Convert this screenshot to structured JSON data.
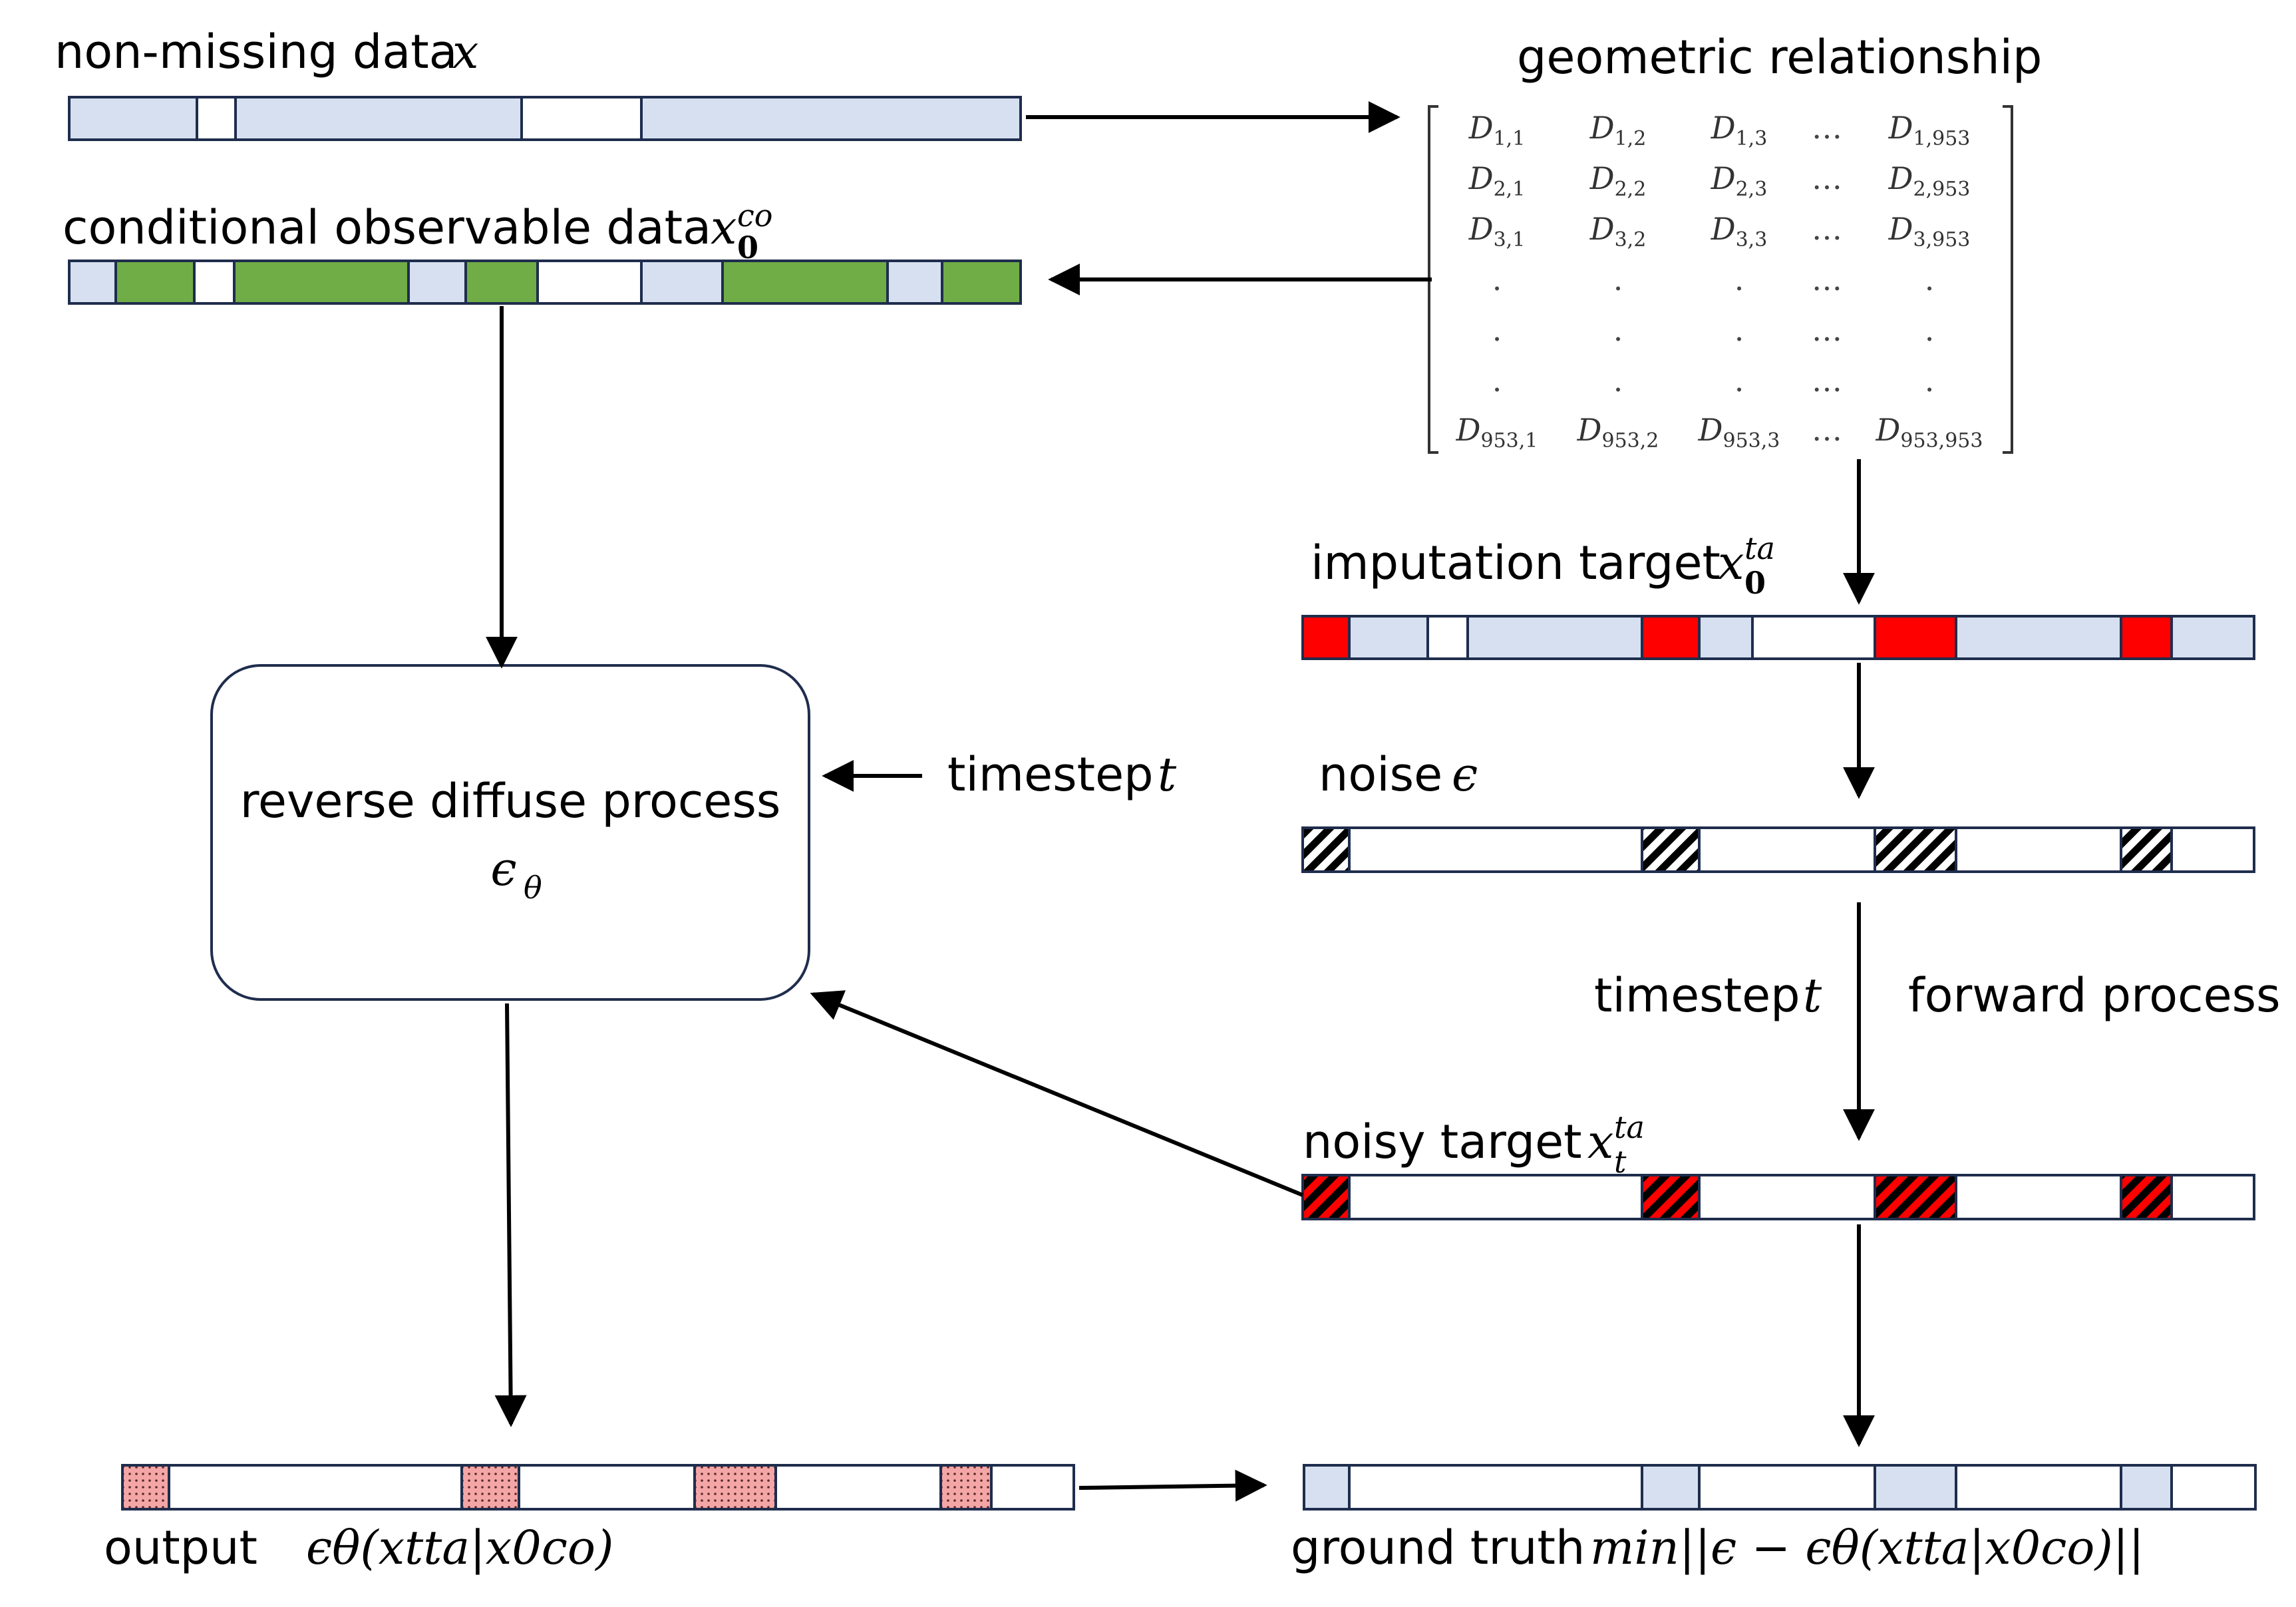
{
  "labels": {
    "non_missing": "non-missing data",
    "non_missing_var": "x",
    "conditional": "conditional observable data",
    "cond_var": "x",
    "cond_sup": "co",
    "cond_sub": "0",
    "geometric": "geometric relationship",
    "imputation": "imputation target",
    "imp_var": "x",
    "imp_sup": "ta",
    "imp_sub": "0",
    "noise": "noise",
    "noise_var": "ϵ",
    "reverse_line1": "reverse diffuse process",
    "reverse_line2": "ϵ",
    "reverse_sub": "θ",
    "timestep_left": "timestep",
    "timestep_left_var": "t",
    "timestep_right": "timestep",
    "timestep_right_var": "t",
    "forward": "forward process",
    "noisy": "noisy target",
    "noisy_var": "x",
    "noisy_sup": "ta",
    "noisy_sub": "t",
    "output": "output",
    "output_formula": "ϵθ(xtta|x0co)",
    "ground_truth": "ground truth",
    "gt_formula": "min||ϵ − ϵθ(xtta|x0co)||"
  },
  "matrix": {
    "rows": [
      [
        "D1,1",
        "D1,2",
        "D1,3",
        "…",
        "D1,953"
      ],
      [
        "D2,1",
        "D2,2",
        "D2,3",
        "…",
        "D2,953"
      ],
      [
        "D3,1",
        "D3,2",
        "D3,3",
        "…",
        "D3,953"
      ],
      [
        ".",
        ".",
        ".",
        "…",
        "."
      ],
      [
        ".",
        ".",
        ".",
        "…",
        "."
      ],
      [
        ".",
        ".",
        ".",
        "…",
        "."
      ],
      [
        "D953,1",
        "D953,2",
        "D953,3",
        "…",
        "D953,953"
      ]
    ]
  },
  "colors": {
    "light_blue": "#d6e0f0",
    "green": "#70ad47",
    "red": "#ff0000",
    "pink": "#f4a6a6",
    "border": "#1f2d4d"
  }
}
